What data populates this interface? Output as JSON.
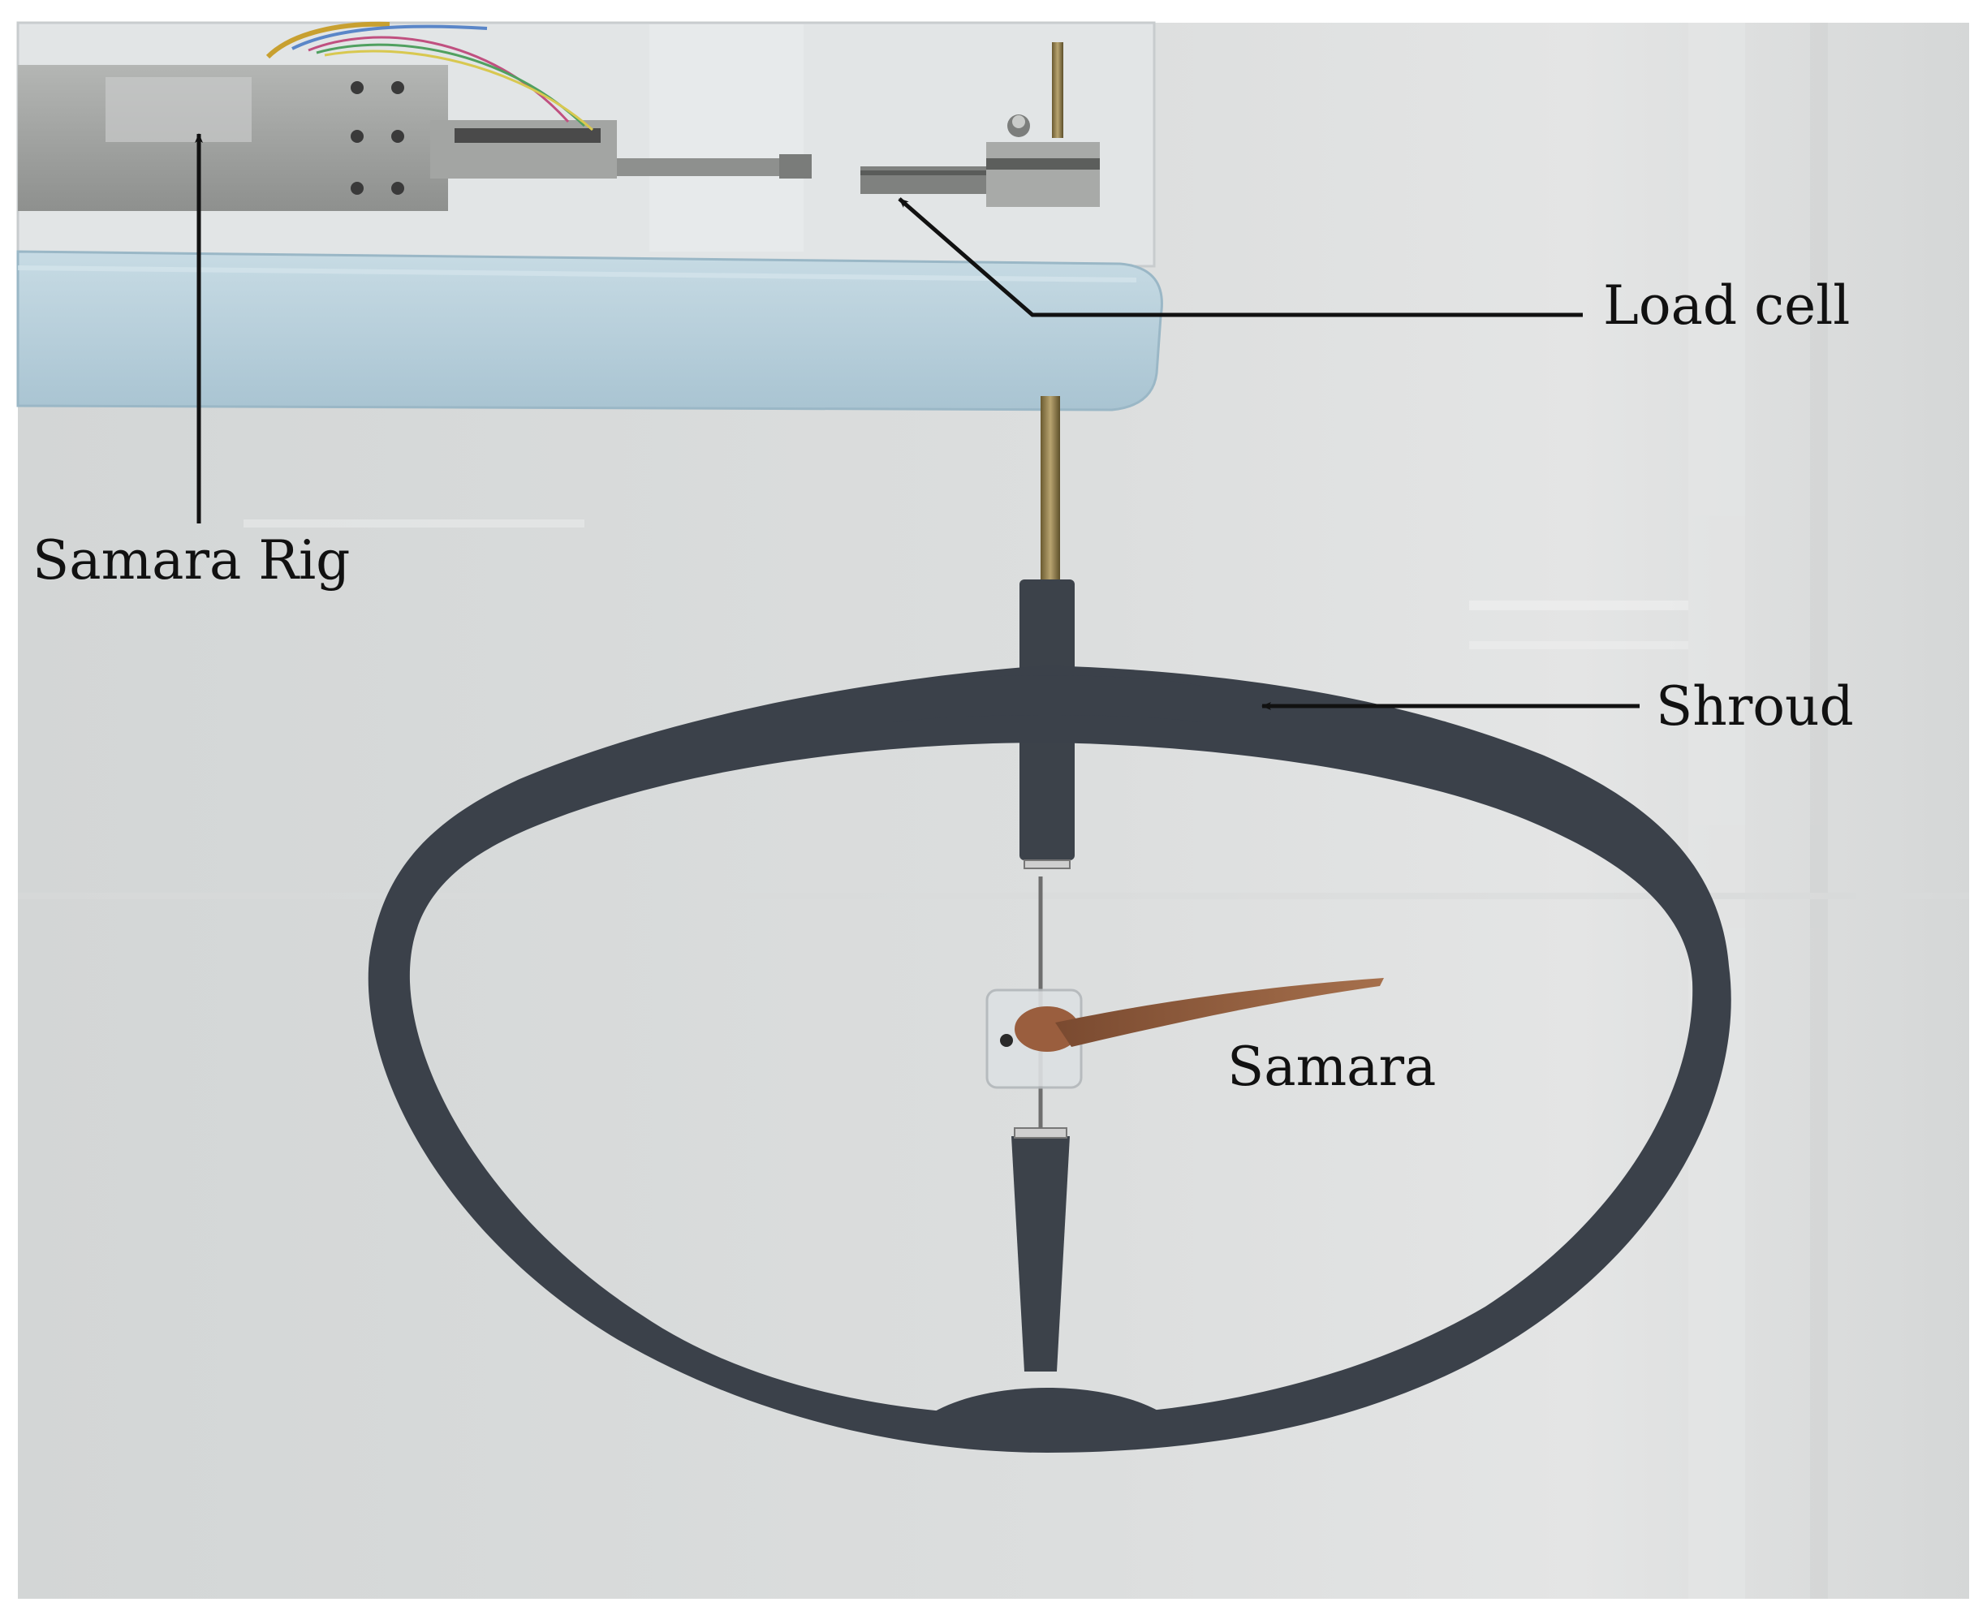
{
  "labels": {
    "samara_rig": "Samara Rig",
    "load_cell": "Load cell",
    "shroud": "Shroud",
    "samara": "Samara"
  },
  "colors": {
    "background": "#d9dbdb",
    "foam_block": "#b9d1dd",
    "shroud": "#3a4048",
    "metal": "#9b9d9b",
    "brass_rod": "#8a7a4a",
    "samara_wing": "#8a5a3c",
    "annotation": "#111111"
  }
}
